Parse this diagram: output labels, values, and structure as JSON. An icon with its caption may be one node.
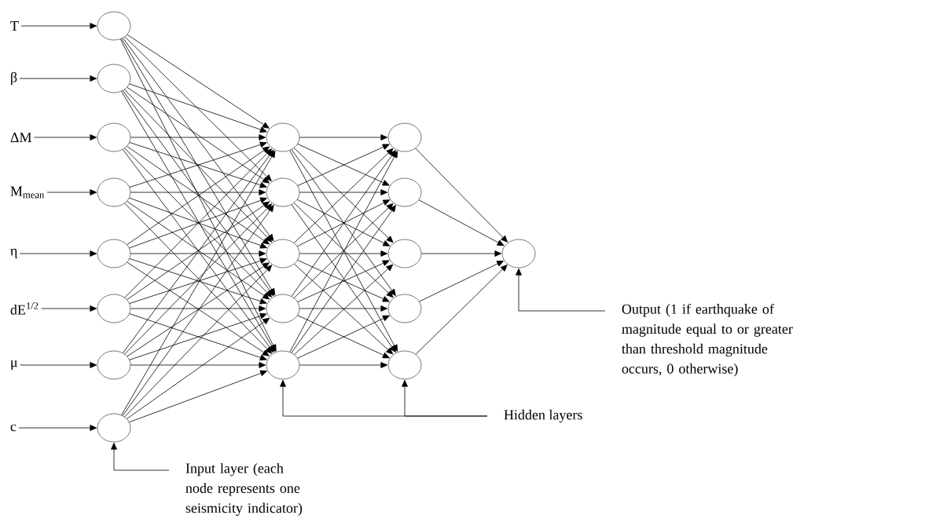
{
  "diagram": {
    "nodes": [
      {
        "text": [
          "T"
        ]
      },
      {
        "text": [
          "β"
        ]
      },
      {
        "text": [
          "ΔM"
        ]
      },
      {
        "text": [
          "M$_{mean}$"
        ]
      },
      {
        "text": [
          "η"
        ]
      },
      {
        "text": [
          "dE$^{1/2}$"
        ]
      },
      {
        "text": [
          "μ"
        ]
      },
      {
        "text": [
          "c"
        ]
      },
      {
        "text": [],
        "shape": "circle"
      },
      {
        "text": [],
        "shape": "circle"
      },
      {
        "text": [],
        "shape": "circle"
      },
      {
        "text": [],
        "shape": "circle"
      },
      {
        "text": [],
        "shape": "circle"
      },
      {
        "text": [],
        "shape": "circle"
      },
      {
        "text": [],
        "shape": "circle"
      },
      {
        "text": [],
        "shape": "circle"
      },
      {
        "text": [],
        "shape": "circle"
      },
      {
        "text": [],
        "shape": "circle"
      },
      {
        "text": [],
        "shape": "circle"
      },
      {
        "text": [],
        "shape": "circle"
      },
      {
        "text": [],
        "shape": "circle"
      },
      {
        "text": [],
        "shape": "circle"
      },
      {
        "text": [],
        "shape": "circle"
      },
      {
        "text": [],
        "shape": "circle"
      },
      {
        "text": [],
        "shape": "circle"
      },
      {
        "text": [],
        "shape": "circle"
      },
      {
        "text": [],
        "shape": "circle"
      },
      {
        "text": [
          "Output (1 if earthquake of magnitude equal to or greater than threshold magnitude occurs, 0 otherwise)"
        ]
      },
      {
        "text": [
          "Hidden layers"
        ]
      },
      {
        "text": [
          "Input layer (each node represents one seismicity indicator)"
        ]
      }
    ],
    "edges": [
      {
        "from": 0,
        "to": 8,
        "arrow": "to"
      },
      {
        "from": 1,
        "to": 9,
        "arrow": "to"
      },
      {
        "from": 2,
        "to": 10,
        "arrow": "to"
      },
      {
        "from": 3,
        "to": 11,
        "arrow": "to"
      },
      {
        "from": 4,
        "to": 12,
        "arrow": "to"
      },
      {
        "from": 5,
        "to": 13,
        "arrow": "to"
      },
      {
        "from": 6,
        "to": 14,
        "arrow": "to"
      },
      {
        "from": 7,
        "to": 15,
        "arrow": "to"
      },
      {
        "from": 8,
        "to": 16,
        "arrow": "to"
      },
      {
        "from": 8,
        "to": 17,
        "arrow": "to"
      },
      {
        "from": 8,
        "to": 18,
        "arrow": "to"
      },
      {
        "from": 8,
        "to": 19,
        "arrow": "to"
      },
      {
        "from": 8,
        "to": 20,
        "arrow": "to"
      },
      {
        "from": 9,
        "to": 16,
        "arrow": "to"
      },
      {
        "from": 9,
        "to": 17,
        "arrow": "to"
      },
      {
        "from": 9,
        "to": 18,
        "arrow": "to"
      },
      {
        "from": 9,
        "to": 19,
        "arrow": "to"
      },
      {
        "from": 9,
        "to": 20,
        "arrow": "to"
      },
      {
        "from": 10,
        "to": 16,
        "arrow": "to"
      },
      {
        "from": 10,
        "to": 17,
        "arrow": "to"
      },
      {
        "from": 10,
        "to": 18,
        "arrow": "to"
      },
      {
        "from": 10,
        "to": 19,
        "arrow": "to"
      },
      {
        "from": 10,
        "to": 20,
        "arrow": "to"
      },
      {
        "from": 11,
        "to": 16,
        "arrow": "to"
      },
      {
        "from": 11,
        "to": 17,
        "arrow": "to"
      },
      {
        "from": 11,
        "to": 18,
        "arrow": "to"
      },
      {
        "from": 11,
        "to": 19,
        "arrow": "to"
      },
      {
        "from": 11,
        "to": 20,
        "arrow": "to"
      },
      {
        "from": 12,
        "to": 16,
        "arrow": "to"
      },
      {
        "from": 12,
        "to": 17,
        "arrow": "to"
      },
      {
        "from": 12,
        "to": 18,
        "arrow": "to"
      },
      {
        "from": 12,
        "to": 19,
        "arrow": "to"
      },
      {
        "from": 12,
        "to": 20,
        "arrow": "to"
      },
      {
        "from": 13,
        "to": 16,
        "arrow": "to"
      },
      {
        "from": 13,
        "to": 17,
        "arrow": "to"
      },
      {
        "from": 13,
        "to": 18,
        "arrow": "to"
      },
      {
        "from": 13,
        "to": 19,
        "arrow": "to"
      },
      {
        "from": 13,
        "to": 20,
        "arrow": "to"
      },
      {
        "from": 14,
        "to": 16,
        "arrow": "to"
      },
      {
        "from": 14,
        "to": 17,
        "arrow": "to"
      },
      {
        "from": 14,
        "to": 18,
        "arrow": "to"
      },
      {
        "from": 14,
        "to": 19,
        "arrow": "to"
      },
      {
        "from": 14,
        "to": 20,
        "arrow": "to"
      },
      {
        "from": 15,
        "to": 16,
        "arrow": "to"
      },
      {
        "from": 15,
        "to": 17,
        "arrow": "to"
      },
      {
        "from": 15,
        "to": 18,
        "arrow": "to"
      },
      {
        "from": 15,
        "to": 19,
        "arrow": "to"
      },
      {
        "from": 15,
        "to": 20,
        "arrow": "to"
      },
      {
        "from": 16,
        "to": 21,
        "arrow": "to"
      },
      {
        "from": 16,
        "to": 22,
        "arrow": "to"
      },
      {
        "from": 16,
        "to": 23,
        "arrow": "to"
      },
      {
        "from": 16,
        "to": 24,
        "arrow": "to"
      },
      {
        "from": 16,
        "to": 25,
        "arrow": "to"
      },
      {
        "from": 17,
        "to": 21,
        "arrow": "to"
      },
      {
        "from": 17,
        "to": 22,
        "arrow": "to"
      },
      {
        "from": 17,
        "to": 23,
        "arrow": "to"
      },
      {
        "from": 17,
        "to": 24,
        "arrow": "to"
      },
      {
        "from": 17,
        "to": 25,
        "arrow": "to"
      },
      {
        "from": 18,
        "to": 21,
        "arrow": "to"
      },
      {
        "from": 18,
        "to": 22,
        "arrow": "to"
      },
      {
        "from": 18,
        "to": 23,
        "arrow": "to"
      },
      {
        "from": 18,
        "to": 24,
        "arrow": "to"
      },
      {
        "from": 18,
        "to": 25,
        "arrow": "to"
      },
      {
        "from": 19,
        "to": 21,
        "arrow": "to"
      },
      {
        "from": 19,
        "to": 22,
        "arrow": "to"
      },
      {
        "from": 19,
        "to": 23,
        "arrow": "to"
      },
      {
        "from": 19,
        "to": 24,
        "arrow": "to"
      },
      {
        "from": 19,
        "to": 25,
        "arrow": "to"
      },
      {
        "from": 20,
        "to": 21,
        "arrow": "to"
      },
      {
        "from": 20,
        "to": 22,
        "arrow": "to"
      },
      {
        "from": 20,
        "to": 23,
        "arrow": "to"
      },
      {
        "from": 20,
        "to": 24,
        "arrow": "to"
      },
      {
        "from": 20,
        "to": 25,
        "arrow": "to"
      },
      {
        "from": 21,
        "to": 26,
        "arrow": "to"
      },
      {
        "from": 22,
        "to": 26,
        "arrow": "to"
      },
      {
        "from": 23,
        "to": 26,
        "arrow": "to"
      },
      {
        "from": 24,
        "to": 26,
        "arrow": "to"
      },
      {
        "from": 25,
        "to": 26,
        "arrow": "to"
      },
      {
        "from": 27,
        "to": 26,
        "arrow": "to"
      },
      {
        "from": 28,
        "to": 20,
        "arrow": "to"
      },
      {
        "from": 28,
        "to": 25,
        "arrow": "to"
      },
      {
        "from": 29,
        "to": 15,
        "arrow": "to"
      }
    ]
  }
}
